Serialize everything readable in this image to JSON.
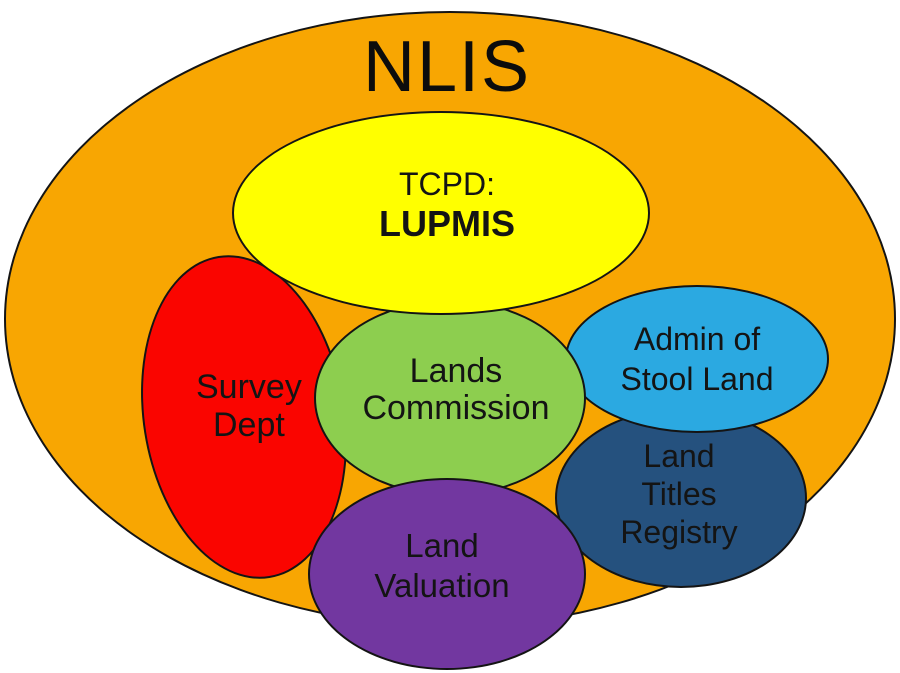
{
  "title": "NLIS",
  "colors": {
    "background": "#FFFFFF",
    "outline": "#141414",
    "outer": "#F8A602",
    "tcpd": "#FFFF00",
    "survey": "#FA0500",
    "lands_commission": "#8DCE4F",
    "admin_stool_land": "#2BA9E1",
    "land_titles": "#25517E",
    "land_valuation": "#7237A0"
  },
  "ellipses": {
    "outer": {
      "label": "NLIS"
    },
    "tcpd": {
      "line1": "TCPD:",
      "line2": "LUPMIS"
    },
    "survey": {
      "line1": "Survey",
      "line2": "Dept"
    },
    "lands_commission": {
      "line1": "Lands",
      "line2": "Commission"
    },
    "admin_stool_land": {
      "line1": "Admin of",
      "line2": "Stool Land"
    },
    "land_titles": {
      "line1": "Land",
      "line2": "Titles",
      "line3": "Registry"
    },
    "land_valuation": {
      "line1": "Land",
      "line2": "Valuation"
    }
  }
}
